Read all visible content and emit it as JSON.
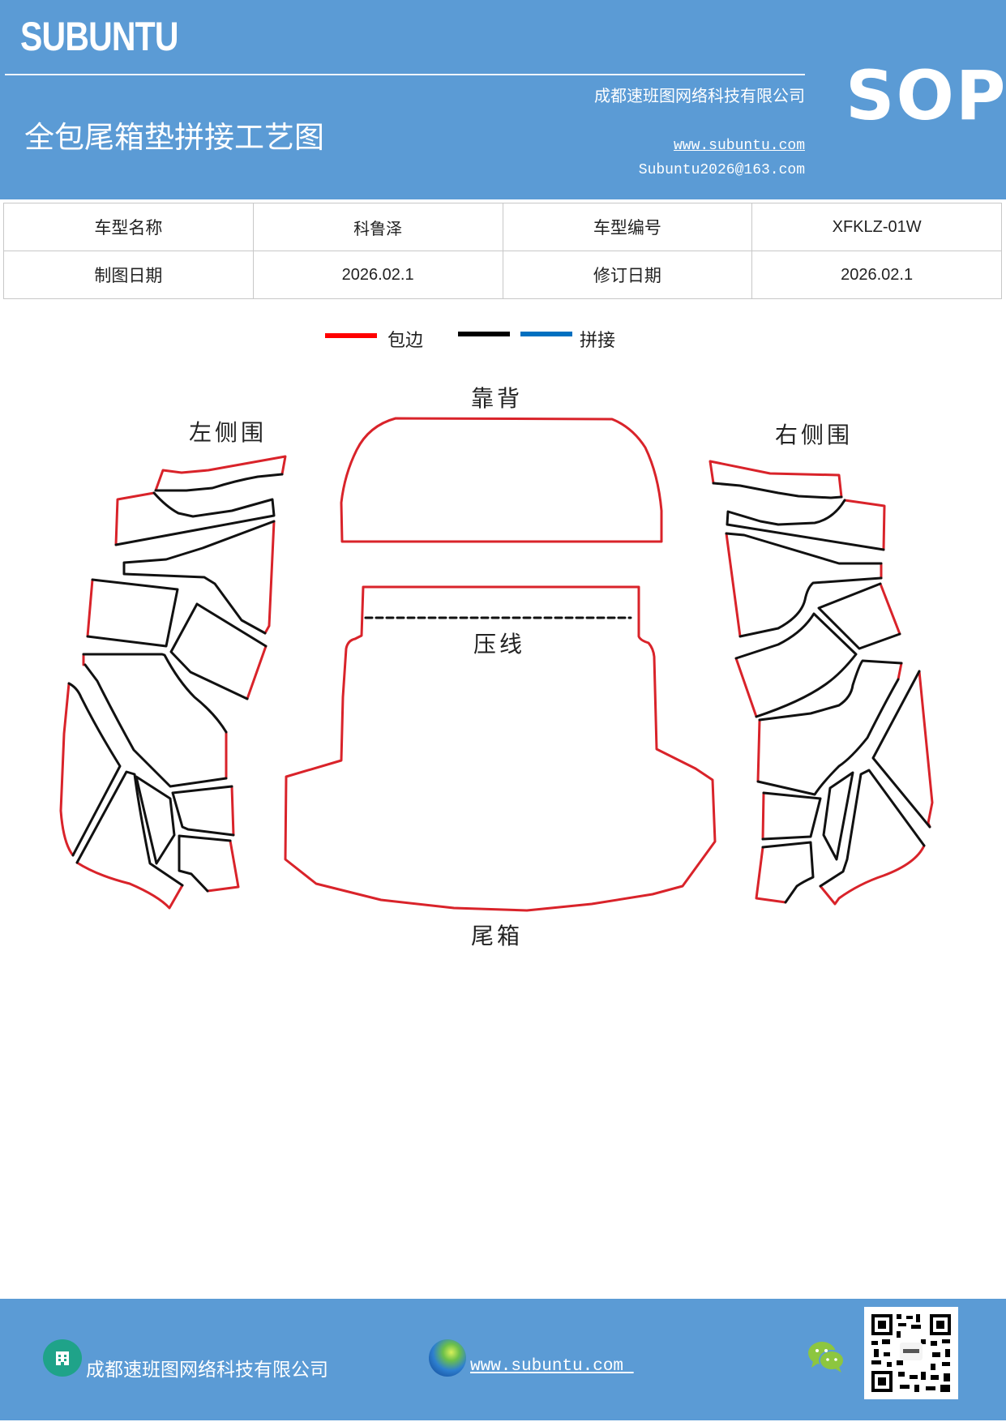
{
  "header": {
    "brand": "SUBUNTU",
    "title": "全包尾箱垫拼接工艺图",
    "company": "成都速班图网络科技有限公司",
    "website": "www.subuntu.com",
    "email": "Subuntu2026@163.com",
    "badge": "SOP",
    "bg_color": "#5b9bd5"
  },
  "info_table": {
    "rows": [
      [
        {
          "label": "车型名称",
          "value": "科鲁泽"
        },
        {
          "label": "车型编号",
          "value": "XFKLZ-01W"
        }
      ],
      [
        {
          "label": "制图日期",
          "value": "2026.02.1"
        },
        {
          "label": "修订日期",
          "value": "2026.02.1"
        }
      ]
    ]
  },
  "legend": {
    "items": [
      {
        "label": "包边",
        "color": "#ff0000"
      },
      {
        "label": "",
        "color": "#000000"
      },
      {
        "label": "拼接",
        "color": "#0070c0"
      }
    ]
  },
  "diagram": {
    "labels": {
      "left_side": "左侧围",
      "backrest": "靠背",
      "right_side": "右侧围",
      "press_line": "压线",
      "trunk": "尾箱"
    },
    "edge_color": "#d9232a",
    "seam_color": "#111111"
  },
  "footer": {
    "company": "成都速班图网络科技有限公司",
    "website": "www.subuntu.com ",
    "icons": [
      "building-icon",
      "globe-icon",
      "wechat-icon",
      "qr-code"
    ]
  }
}
